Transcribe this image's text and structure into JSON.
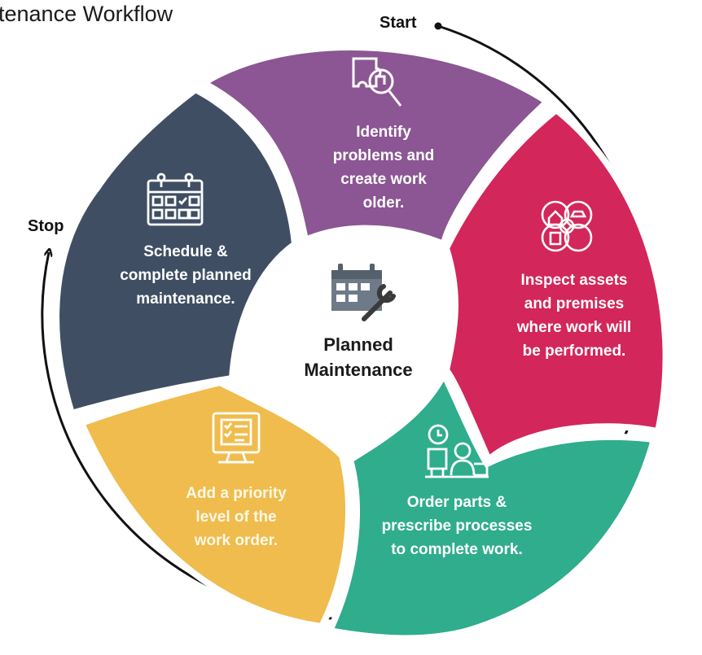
{
  "title": "tenance Workflow",
  "start_label": "Start",
  "stop_label": "Stop",
  "center": {
    "label": "Planned\nMaintenance",
    "icon": "calendar-wrench-icon"
  },
  "colors": {
    "purple": "#8b5693",
    "crimson": "#d3265a",
    "green": "#2fad8c",
    "yellow": "#efbc4d",
    "slate": "#3f4e63"
  },
  "steps": [
    {
      "text": "Identify\nproblems and\ncreate work\nolder.",
      "icon": "puzzle-search-icon"
    },
    {
      "text": "Inspect assets\nand premises\nwhere work will\nbe performed.",
      "icon": "assets-network-icon"
    },
    {
      "text": "Order parts &\nprescribe processes\nto complete work.",
      "icon": "worker-clock-icon"
    },
    {
      "text": "Add a priority\nlevel of the\nwork order.",
      "icon": "computer-checklist-icon"
    },
    {
      "text": "Schedule &\ncomplete planned\nmaintenance.",
      "icon": "calendar-icon"
    }
  ]
}
